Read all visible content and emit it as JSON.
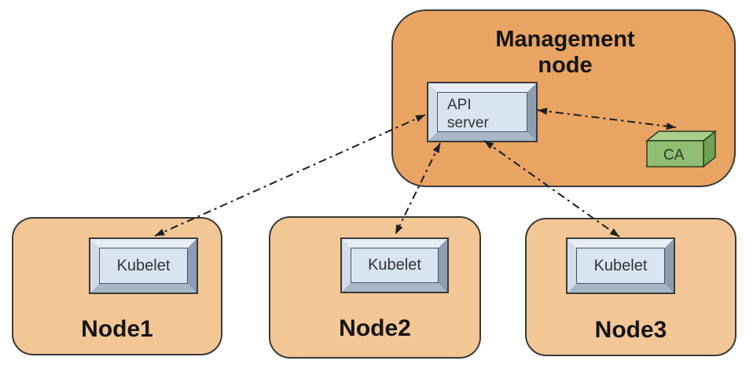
{
  "management_node": {
    "title": "Management node",
    "api_server": {
      "label": "API server"
    },
    "ca": {
      "label": "CA"
    }
  },
  "nodes": [
    {
      "label": "Node1",
      "kubelet_label": "Kubelet"
    },
    {
      "label": "Node2",
      "kubelet_label": "Kubelet"
    },
    {
      "label": "Node3",
      "kubelet_label": "Kubelet"
    }
  ],
  "connections": [
    {
      "from": "api-server",
      "to": "kubelet-node1",
      "style": "dash-dot",
      "bidirectional": true
    },
    {
      "from": "api-server",
      "to": "kubelet-node2",
      "style": "dash-dot",
      "bidirectional": true
    },
    {
      "from": "api-server",
      "to": "kubelet-node3",
      "style": "dash-dot",
      "bidirectional": true
    },
    {
      "from": "api-server",
      "to": "ca",
      "style": "dash-dot",
      "bidirectional": true
    }
  ],
  "colors": {
    "management_node_fill": "#E9A463",
    "worker_node_fill": "#F2C795",
    "component_box_face": "#D9E4F3",
    "ca_front": "#8FBE72",
    "ca_top": "#ABCE8D",
    "ca_side": "#6FA254",
    "outline": "#3A3A3A",
    "arrow": "#1E1E1E"
  }
}
